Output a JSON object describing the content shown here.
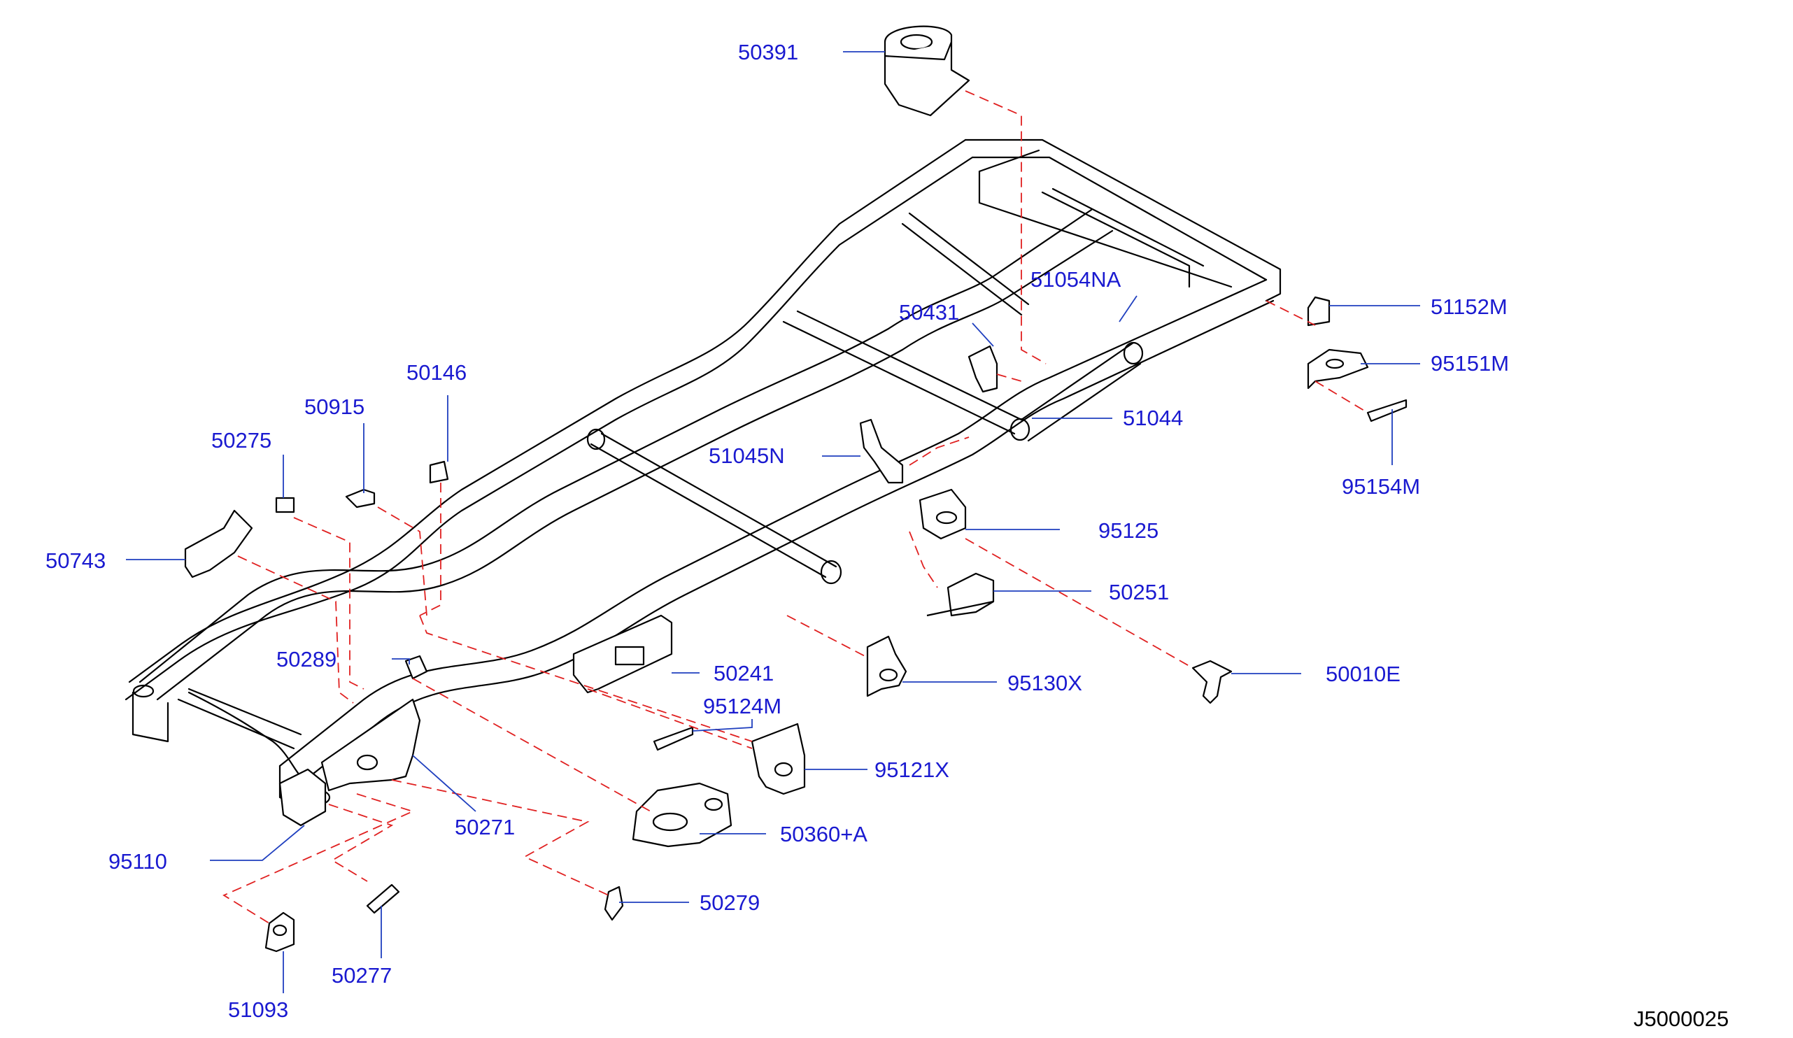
{
  "colors": {
    "label": "#1a1ad0",
    "leader": "#1f3fbf",
    "dash": "#e02020",
    "line": "#000000"
  },
  "labels": {
    "p50391": "50391",
    "p51054NA": "51054NA",
    "p51152M": "51152M",
    "p50431": "50431",
    "p95151M": "95151M",
    "p51044": "51044",
    "p50146": "50146",
    "p50915": "50915",
    "p51045N": "51045N",
    "p95154M": "95154M",
    "p50275": "50275",
    "p95125": "95125",
    "p50743": "50743",
    "p50251": "50251",
    "p50289": "50289",
    "p50241": "50241",
    "p50010E": "50010E",
    "p95130X": "95130X",
    "p95124M": "95124M",
    "p95121X": "95121X",
    "p50271": "50271",
    "p50360A": "50360+A",
    "p95110": "95110",
    "p50279": "50279",
    "p51093": "51093",
    "p50277": "50277"
  },
  "diagram_code": "J5000025"
}
